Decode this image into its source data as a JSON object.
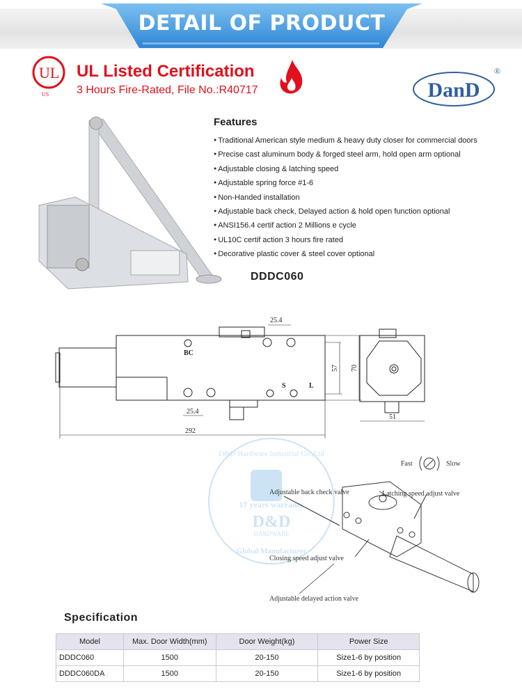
{
  "banner": {
    "title": "DETAIL OF PRODUCT",
    "color": "#3a8fd8"
  },
  "certification": {
    "logo_letters": "UL",
    "logo_sub": "US",
    "title": "UL Listed Certification",
    "subtitle": "3 Hours Fire-Rated, File No.:R40717",
    "color": "#e0101c",
    "icon": "flame-icon"
  },
  "brand": {
    "logo": "DanD",
    "registered": "®",
    "color": "#2e5f9e"
  },
  "features": {
    "title": "Features",
    "items": [
      "Traditional American style medium & heavy duty closer for commercial doors",
      "Precise cast aluminum body & forged steel arm, hold open arm optional",
      "Adjustable closing & latching speed",
      "Adjustable spring force #1-6",
      "Non-Handed installation",
      "Adjustable back check, Delayed action & hold open function optional",
      "ANSI156.4 certif action 2 Millions e cycle",
      "UL10C certif action 3 hours fire rated",
      "Decorative plastic cover & steel cover optional"
    ]
  },
  "model": "DDDC060",
  "drawing": {
    "dim_top": "25.4",
    "dim_bottom": "25.4",
    "dim_length": "292",
    "dim_57": "57",
    "dim_70": "70",
    "dim_width": "51",
    "label_bc": "BC",
    "label_s": "S",
    "label_l": "L"
  },
  "watermark": {
    "ring": "D&D Hardware Industrial Co.,Ltd",
    "warranty": "17 years warranty",
    "brand": "D&D",
    "sub": "HARDWARE",
    "bottom": "Global Manufacturer"
  },
  "valves": {
    "fast": "Fast",
    "slow": "Slow",
    "back_check": "Adjustable back check valve",
    "latching": "Latching speed adjust valve",
    "closing": "Closing speed adjust valve",
    "delayed": "Adjustable delayed action valve"
  },
  "specification": {
    "title": "Specification",
    "headers": [
      "Model",
      "Max. Door Width(mm)",
      "Door Weight(kg)",
      "Power Size"
    ],
    "rows": [
      [
        "DDDC060",
        "1500",
        "20-150",
        "Size1-6 by position"
      ],
      [
        "DDDC060DA",
        "1500",
        "20-150",
        "Size1-6 by position"
      ]
    ]
  }
}
